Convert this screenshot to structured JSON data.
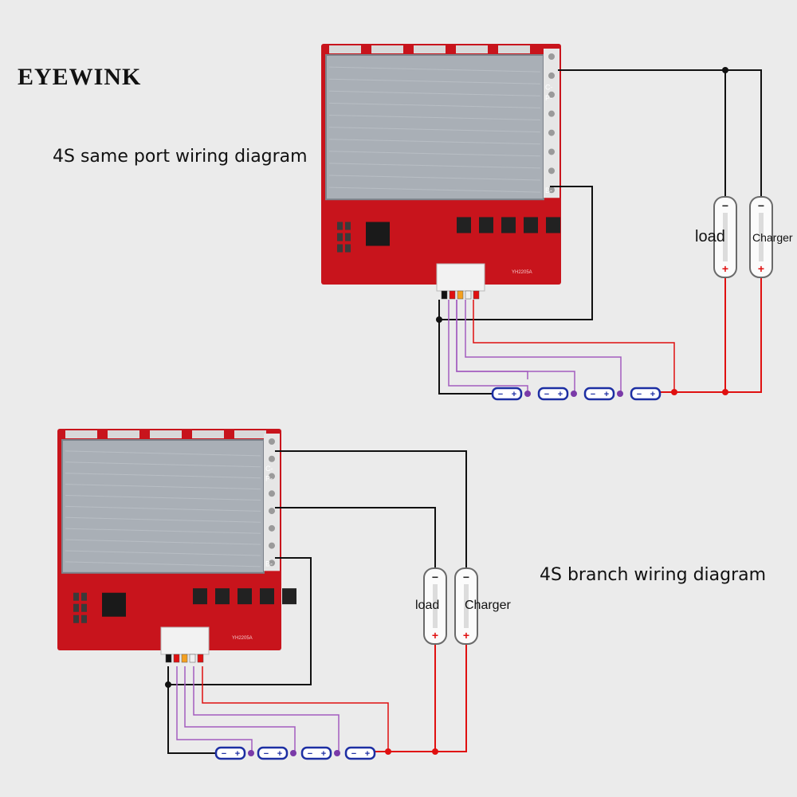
{
  "brand": "EYEWINK",
  "captions": {
    "top": "4S same port wiring diagram",
    "bottom": "4S branch wiring diagram"
  },
  "board": {
    "model": "YH2205A",
    "port_labels": [
      "C-",
      "P-",
      "B-"
    ]
  },
  "devices": {
    "load": "load",
    "charger": "Charger",
    "minus": "−",
    "plus": "+"
  },
  "cell": {
    "minus": "−",
    "plus": "+"
  },
  "colors": {
    "background": "#ebebeb",
    "board_red": "#c8141c",
    "heatsink": "#a9afb6",
    "negative_wire": "#111111",
    "positive_wire": "#e01010",
    "balance_wire": "#a35cc0",
    "cell_outline": "#1d2fa3",
    "node_dot": "#7a3aa8"
  }
}
